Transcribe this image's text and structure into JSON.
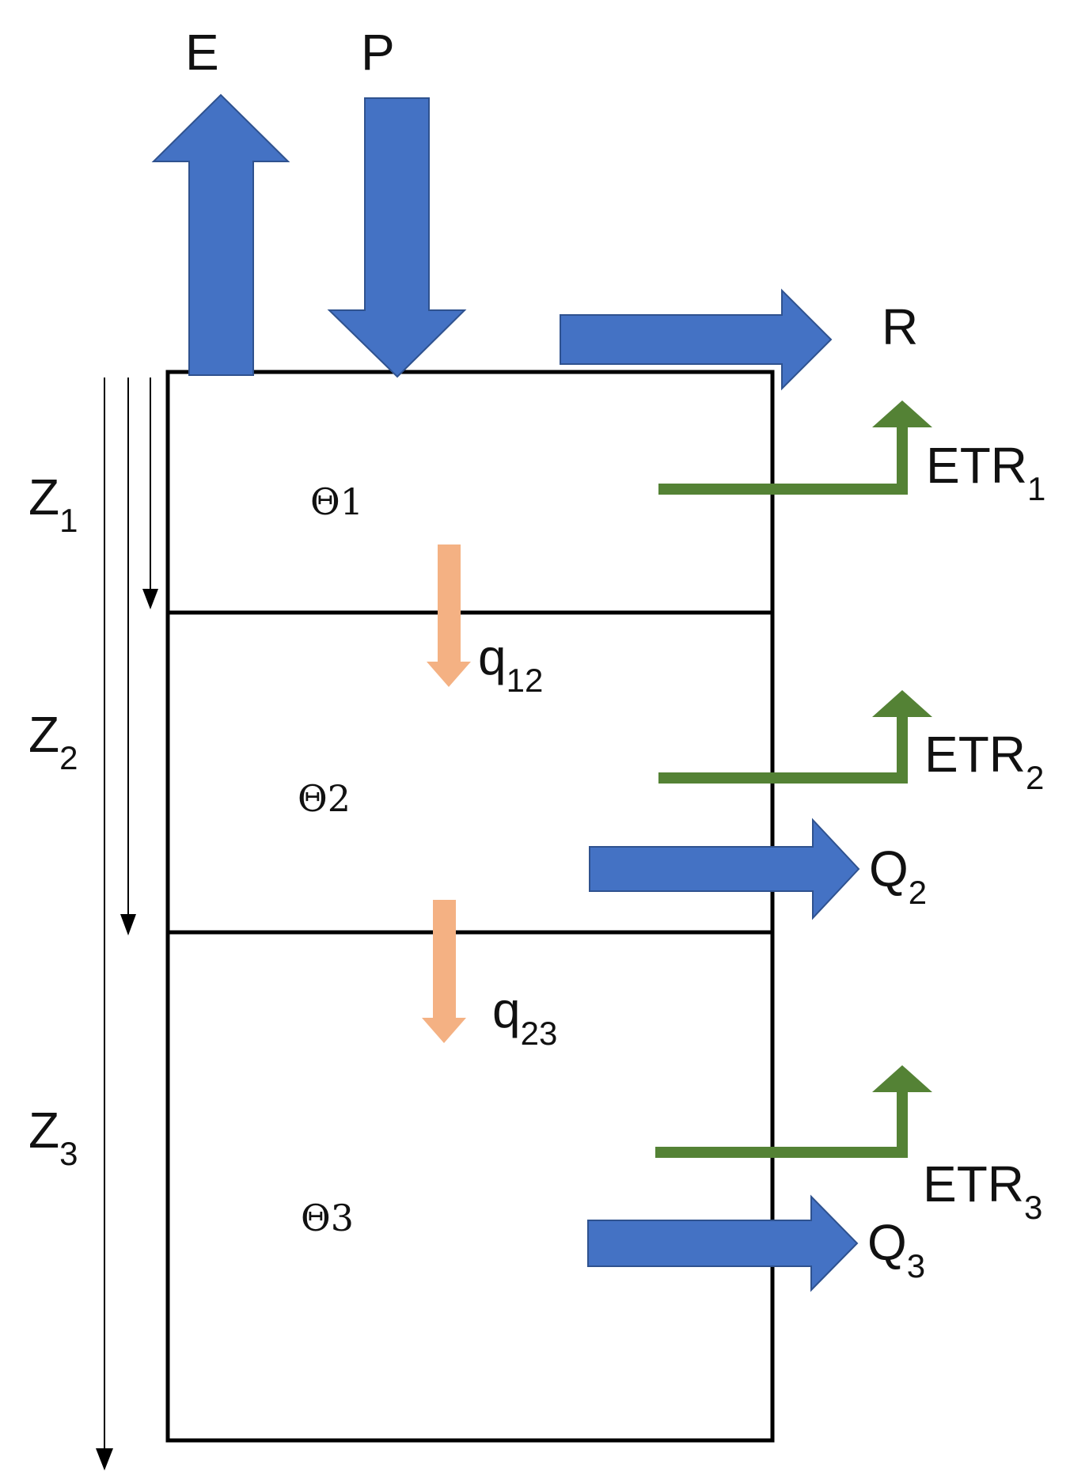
{
  "labels": {
    "E": "E",
    "P": "P",
    "R": "R",
    "etr1": {
      "main": "ETR",
      "sub": "1"
    },
    "etr2": {
      "main": "ETR",
      "sub": "2"
    },
    "etr3": {
      "main": "ETR",
      "sub": "3"
    },
    "q12": {
      "main": "q",
      "sub": "12"
    },
    "q23": {
      "main": "q",
      "sub": "23"
    },
    "Q2": {
      "main": "Q",
      "sub": "2"
    },
    "Q3": {
      "main": "Q",
      "sub": "3"
    },
    "z1": {
      "main": "Z",
      "sub": "1"
    },
    "z2": {
      "main": "Z",
      "sub": "2"
    },
    "z3": {
      "main": "Z",
      "sub": "3"
    },
    "theta1": "Θ1",
    "theta2": "Θ2",
    "theta3": "Θ3"
  },
  "colors": {
    "blue_arrow": "#4472C4",
    "blue_arrow_edge": "#2F528F",
    "green_arrow": "#548235",
    "orange_arrow": "#F4B183",
    "line": "#000000"
  }
}
